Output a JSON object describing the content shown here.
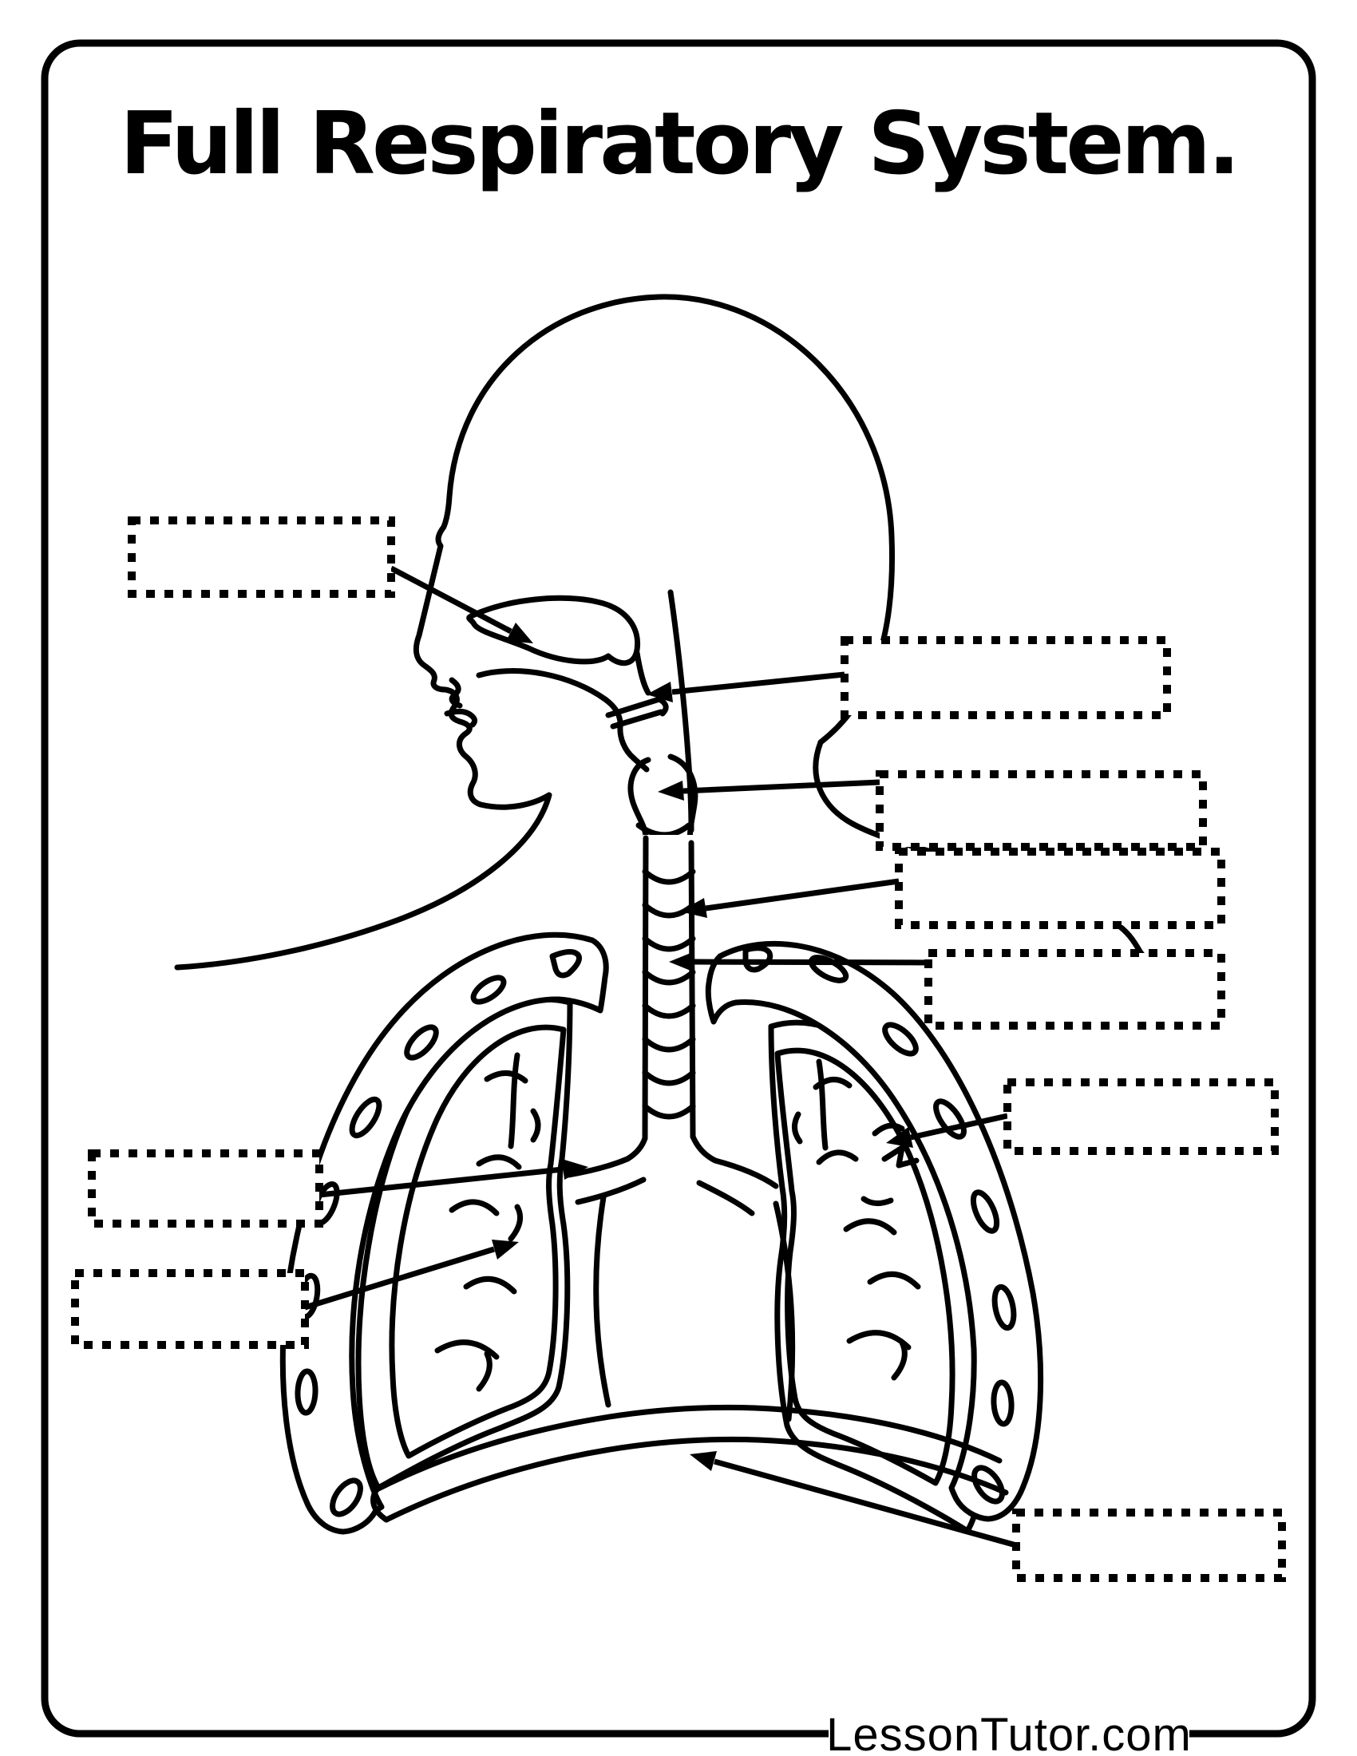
{
  "title": "Full Respiratory System.",
  "footer": {
    "brand": "LessonTutor.com"
  },
  "colors": {
    "ink": "#000000",
    "paper": "#ffffff"
  },
  "worksheet": {
    "instructions_visible": false,
    "label_boxes": [
      {
        "id": "box-1",
        "value": ""
      },
      {
        "id": "box-2",
        "value": ""
      },
      {
        "id": "box-3",
        "value": ""
      },
      {
        "id": "box-4",
        "value": ""
      },
      {
        "id": "box-5",
        "value": ""
      },
      {
        "id": "box-6",
        "value": ""
      },
      {
        "id": "box-7",
        "value": ""
      },
      {
        "id": "box-8",
        "value": ""
      },
      {
        "id": "box-9",
        "value": ""
      }
    ]
  }
}
